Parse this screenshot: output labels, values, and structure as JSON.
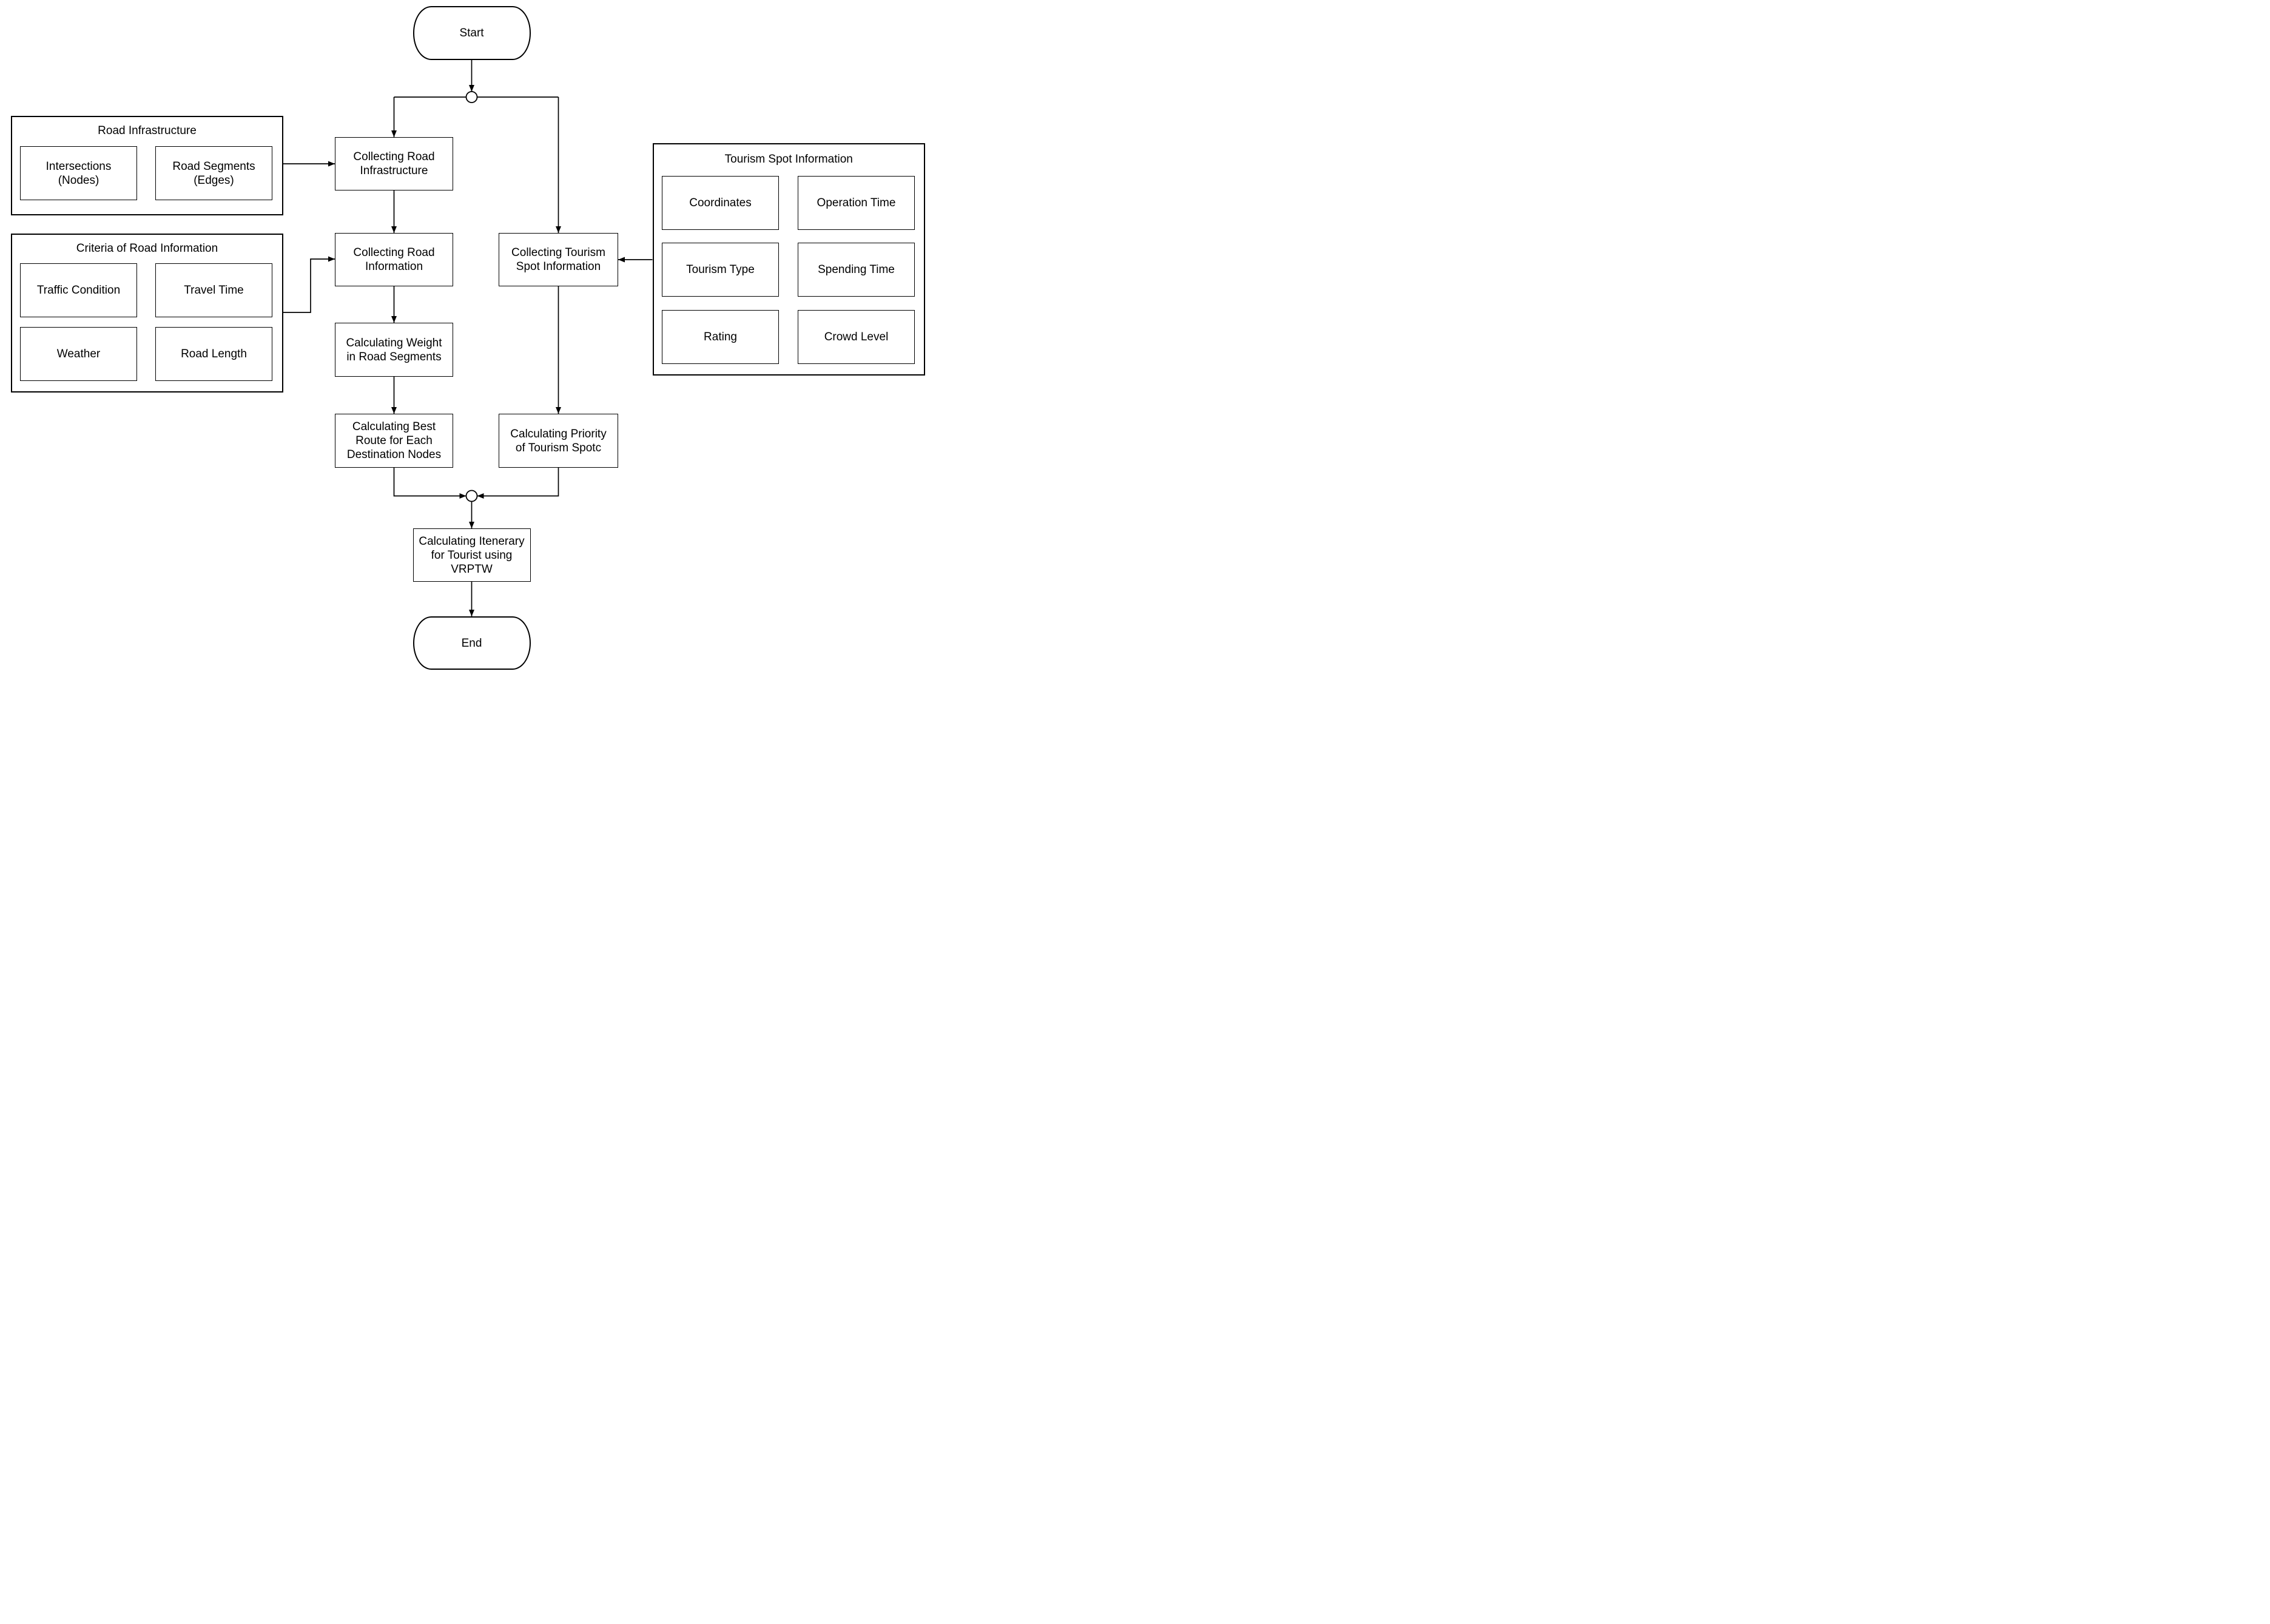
{
  "flowchart": {
    "colors": {
      "background": "#ffffff",
      "stroke": "#000000",
      "text": "#000000"
    },
    "start": {
      "label": "Start"
    },
    "end": {
      "label": "End"
    },
    "processes": {
      "collecting_road_infrastructure": {
        "label": "Collecting Road\nInfrastructure"
      },
      "collecting_road_information": {
        "label": "Collecting Road\nInformation"
      },
      "calculating_weight": {
        "label": "Calculating Weight\nin Road Segments"
      },
      "calculating_best_route": {
        "label": "Calculating Best\nRoute for Each\nDestination Nodes"
      },
      "collecting_tourism_spot": {
        "label": "Collecting Tourism\nSpot Information"
      },
      "calculating_priority": {
        "label": "Calculating Priority\nof Tourism Spotc"
      },
      "calculating_itinerary": {
        "label": "Calculating Itenerary\nfor Tourist using\nVRPTW"
      }
    },
    "groups": {
      "road_infrastructure": {
        "title": "Road Infrastructure",
        "items": [
          {
            "label": "Intersections\n(Nodes)"
          },
          {
            "label": "Road Segments\n(Edges)"
          }
        ]
      },
      "criteria_of_road_information": {
        "title": "Criteria of Road Information",
        "items": [
          {
            "label": "Traffic Condition"
          },
          {
            "label": "Travel Time"
          },
          {
            "label": "Weather"
          },
          {
            "label": "Road Length"
          }
        ]
      },
      "tourism_spot_information": {
        "title": "Tourism Spot Information",
        "items": [
          {
            "label": "Coordinates"
          },
          {
            "label": "Operation Time"
          },
          {
            "label": "Tourism Type"
          },
          {
            "label": "Spending Time"
          },
          {
            "label": "Rating"
          },
          {
            "label": "Crowd Level"
          }
        ]
      }
    }
  }
}
